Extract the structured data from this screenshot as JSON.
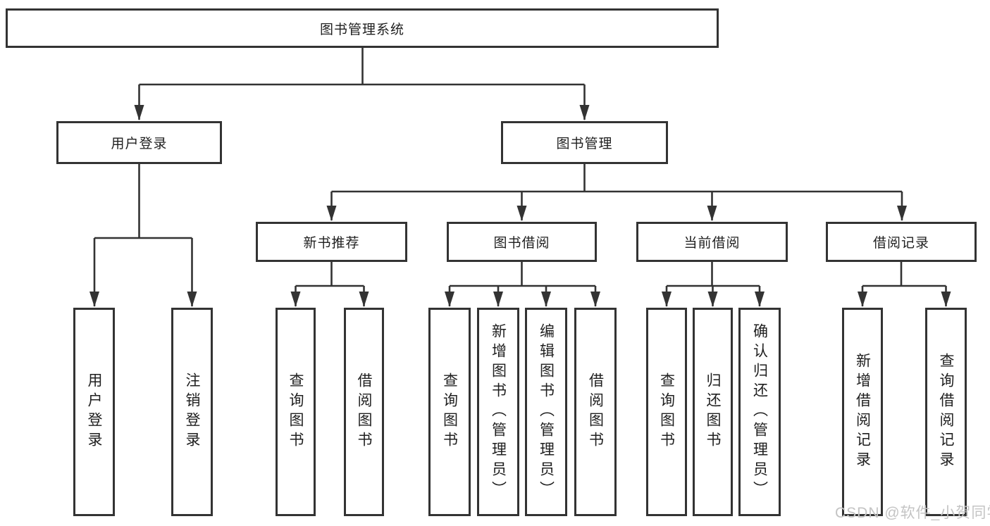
{
  "diagram_title": "图书管理系统",
  "nodes": {
    "root": "图书管理系统",
    "l2": {
      "user_login": "用户登录",
      "book_mgmt": "图书管理"
    },
    "l3": {
      "new_book_rec": "新书推荐",
      "book_borrow": "图书借阅",
      "current_borrow": "当前借阅",
      "borrow_records": "借阅记录"
    },
    "leaves": {
      "user_login": "用户登录",
      "logout": "注销登录",
      "query_books_1": "查询图书",
      "borrow_books_1": "借阅图书",
      "query_books_2": "查询图书",
      "add_books": "新增图书（管理员）",
      "edit_books": "编辑图书（管理员）",
      "borrow_books_2": "借阅图书",
      "query_books_3": "查询图书",
      "return_books": "归还图书",
      "confirm_return": "确认归还（管理员）",
      "add_record": "新增借阅记录",
      "query_record": "查询借阅记录"
    }
  },
  "watermark": "CSDN @软件_小贺同学",
  "colors": {
    "line": "#333333",
    "text": "#1f1f1f",
    "watermark": "#c4c4c4",
    "background": "#ffffff"
  }
}
